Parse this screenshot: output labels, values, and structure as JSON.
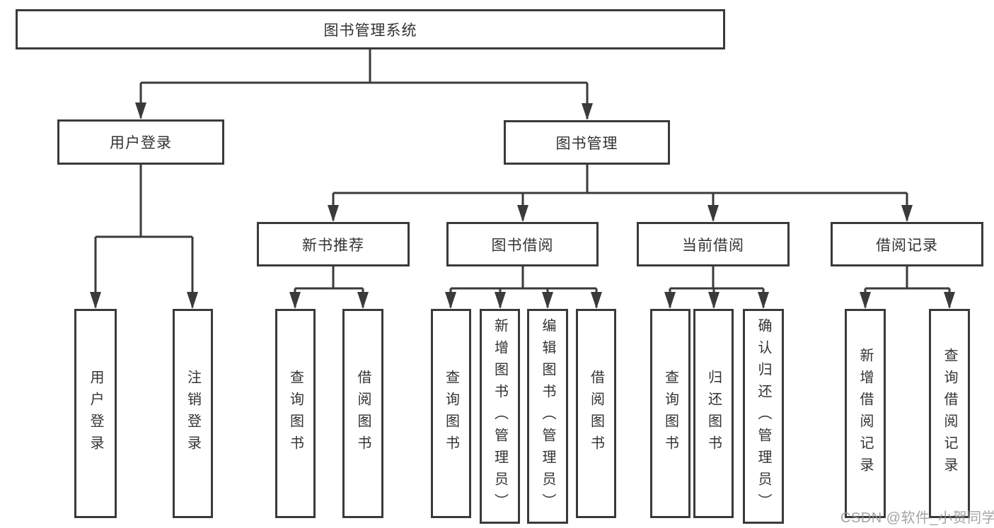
{
  "tree": {
    "root": {
      "label": "图书管理系统",
      "children": [
        {
          "label": "用户登录",
          "children": [
            {
              "label": "用户登录"
            },
            {
              "label": "注销登录"
            }
          ]
        },
        {
          "label": "图书管理",
          "children": [
            {
              "label": "新书推荐",
              "children": [
                {
                  "label": "查询图书"
                },
                {
                  "label": "借阅图书"
                }
              ]
            },
            {
              "label": "图书借阅",
              "children": [
                {
                  "label": "查询图书"
                },
                {
                  "label": "新增图书（管理员）"
                },
                {
                  "label": "编辑图书（管理员）"
                },
                {
                  "label": "借阅图书"
                }
              ]
            },
            {
              "label": "当前借阅",
              "children": [
                {
                  "label": "查询图书"
                },
                {
                  "label": "归还图书"
                },
                {
                  "label": "确认归还（管理员）"
                }
              ]
            },
            {
              "label": "借阅记录",
              "children": [
                {
                  "label": "新增借阅记录"
                },
                {
                  "label": "查询借阅记录"
                }
              ]
            }
          ]
        }
      ]
    }
  },
  "watermark": {
    "text": "CSDN @软件_小贺同学"
  },
  "colors": {
    "line": "#3a3a3a",
    "text": "#333333",
    "background": "#ffffff",
    "watermark": "#949494"
  }
}
